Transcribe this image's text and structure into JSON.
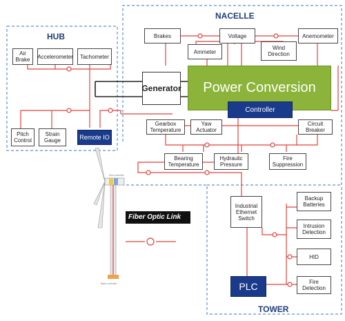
{
  "regions": {
    "hub": "HUB",
    "nacelle": "NACELLE",
    "tower": "TOWER"
  },
  "components": {
    "brakes": "Brakes",
    "voltage": "Voltage",
    "anemometer": "Anemometer",
    "ammeter": "Ammeter",
    "wind_direction": "Wind\nDirection",
    "generator": "Generator",
    "power_conversion": "Power Conversion",
    "controller": "Controller",
    "gearbox_temperature": "Gearbox\nTemperature",
    "yaw_actuator": "Yaw\nActuator",
    "circuit_breaker": "Circuit\nBreaker",
    "bearing_temperature": "Bearing\nTemperature",
    "hydraulic_pressure": "Hydraulic\nPressure",
    "fire_suppression": "Fire\nSuppression",
    "air_brake": "Air\nBrake",
    "accelerometer": "Accelerometer",
    "tachometer": "Tachometer",
    "pitch_control": "Pitch\nControl",
    "strain_gauge": "Strain\nGauge",
    "remote_io": "Remote IO",
    "industrial_ethernet_switch": "Industrial\nEthernet\nSwitch",
    "backup_batteries": "Backup\nBatteries",
    "intrusion_detection": "Intrusion\nDetection",
    "hid": "HID",
    "plc": "PLC",
    "fire_detection": "Fire\nDetection"
  },
  "legend": {
    "fiber_optic_link": "Fiber Optic Link"
  },
  "colors": {
    "link_red": "#e0413a",
    "region_border": "#5b8fd6",
    "power_conversion_green": "#8cb33a",
    "navy": "#1a3a8c"
  }
}
